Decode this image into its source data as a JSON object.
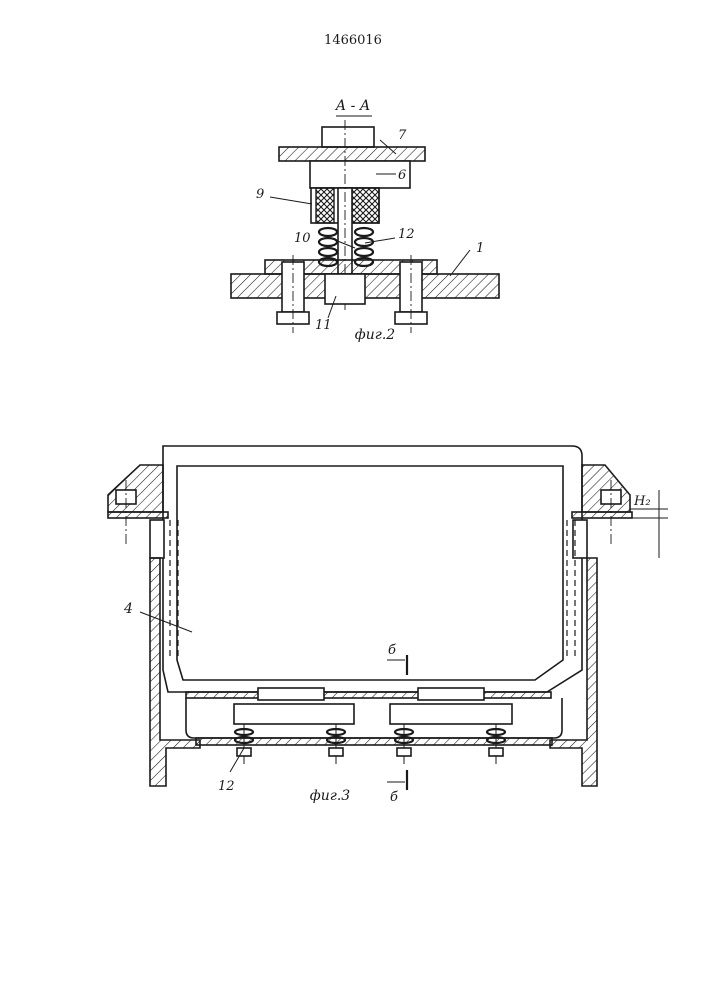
{
  "header": {
    "patent_number": "1466016"
  },
  "fig2": {
    "section_label": "А - А",
    "caption": "фиг.2",
    "callouts": {
      "c7": "7",
      "c6": "6",
      "c9": "9",
      "c10": "10",
      "c12": "12",
      "c1": "1",
      "c11": "11"
    }
  },
  "fig3": {
    "caption": "фиг.3",
    "callouts": {
      "c4": "4",
      "c12": "12"
    },
    "section_marker_top": "б",
    "section_marker_bottom": "б",
    "dimension_label": "H₂"
  }
}
